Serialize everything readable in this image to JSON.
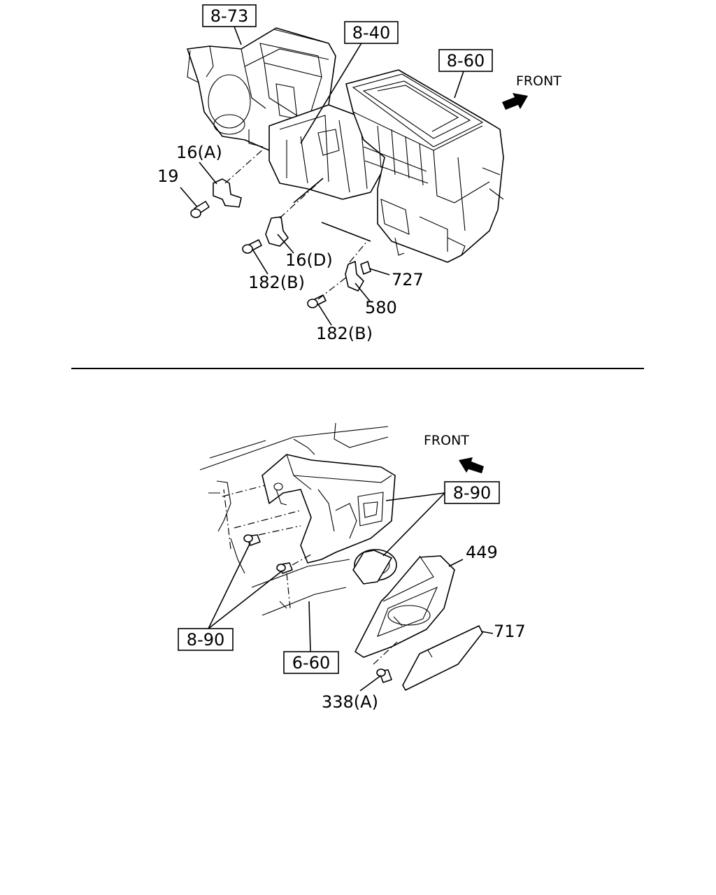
{
  "upper_diagram": {
    "ref_boxes": {
      "r1": "8-73",
      "r2": "8-40",
      "r3": "8-60"
    },
    "front_label": "FRONT",
    "callouts": {
      "c16a": "16(A)",
      "c19": "19",
      "c16d": "16(D)",
      "c182b_1": "182(B)",
      "c727": "727",
      "c580": "580",
      "c182b_2": "182(B)"
    }
  },
  "lower_diagram": {
    "front_label": "FRONT",
    "ref_boxes": {
      "r890_top": "8-90",
      "r890_left": "8-90",
      "r660": "6-60"
    },
    "callouts": {
      "c449": "449",
      "c717": "717",
      "c338a": "338(A)"
    }
  }
}
